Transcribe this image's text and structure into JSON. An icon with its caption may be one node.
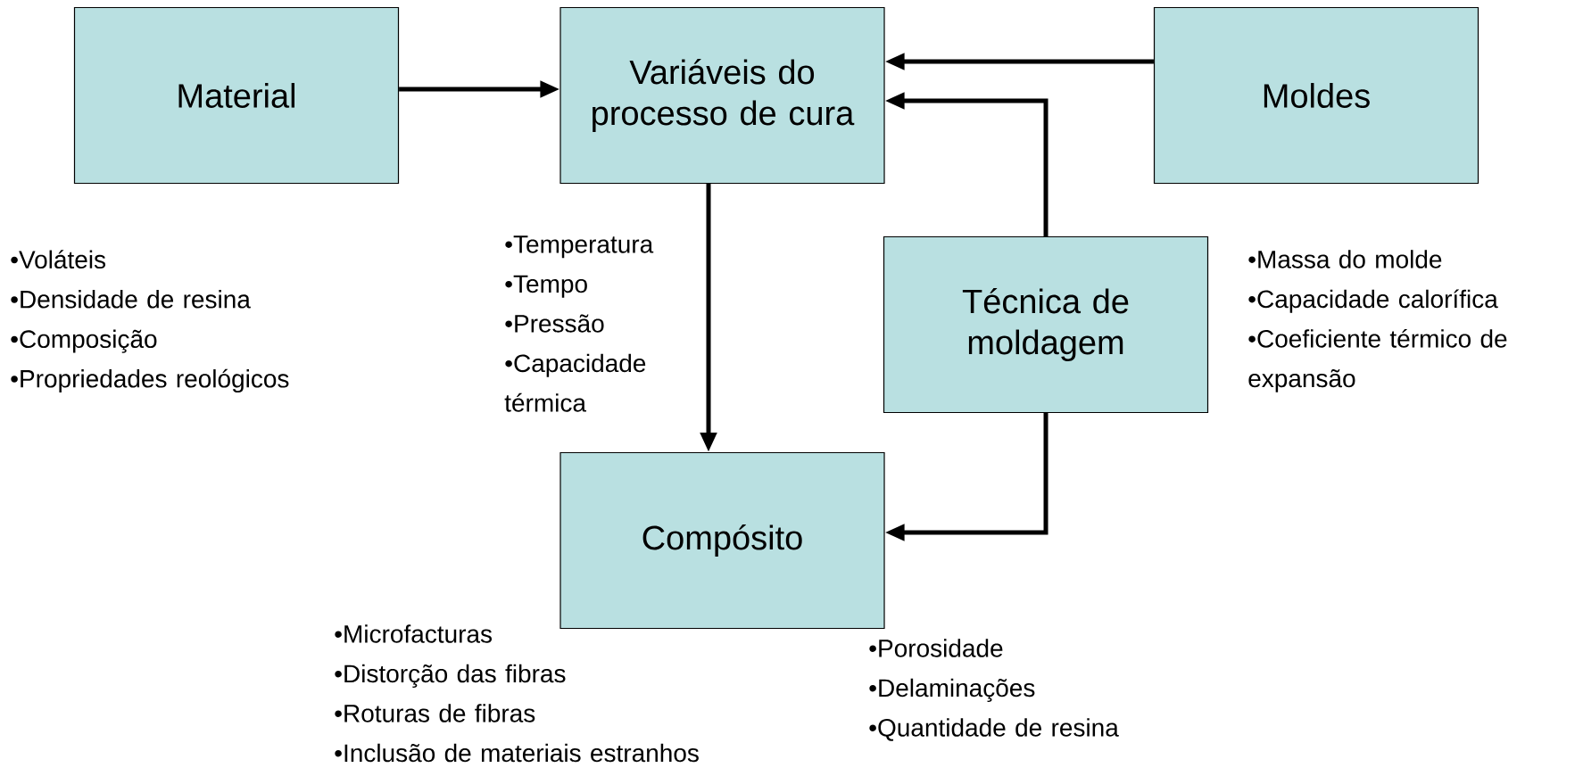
{
  "diagram": {
    "nodes": [
      {
        "text": [
          "Material"
        ],
        "beside": [
          "•Voláteis",
          "•Densidade de resina",
          "•Composição",
          "•Propriedades reológicos"
        ]
      },
      {
        "text": [
          "Variáveis do processo de cura"
        ],
        "beside": [
          "•Temperatura",
          "•Tempo",
          "•Pressão",
          "•Capacidade térmica"
        ]
      },
      {
        "text": [
          "Moldes"
        ],
        "beside": [
          "•Massa do molde",
          "•Capacidade calorífica",
          "•Coeficiente térmico de expansão"
        ]
      },
      {
        "text": [
          "Técnica de moldagem"
        ]
      },
      {
        "text": [
          "Compósito"
        ],
        "beside": [
          "•Microfacturas",
          "•Distorção das fibras",
          "•Roturas de fibras",
          "•Inclusão de materiais estranhos",
          "•Porosidade",
          "•Delaminações",
          "•Quantidade de resina"
        ]
      }
    ],
    "edges": [
      {
        "from": 0,
        "to": 1,
        "arrow": "to"
      },
      {
        "from": 2,
        "to": 1,
        "arrow": "to"
      },
      {
        "from": 3,
        "to": 1,
        "arrow": "to"
      },
      {
        "from": 1,
        "to": 4,
        "arrow": "to"
      },
      {
        "from": 3,
        "to": 4,
        "arrow": "to"
      }
    ]
  }
}
